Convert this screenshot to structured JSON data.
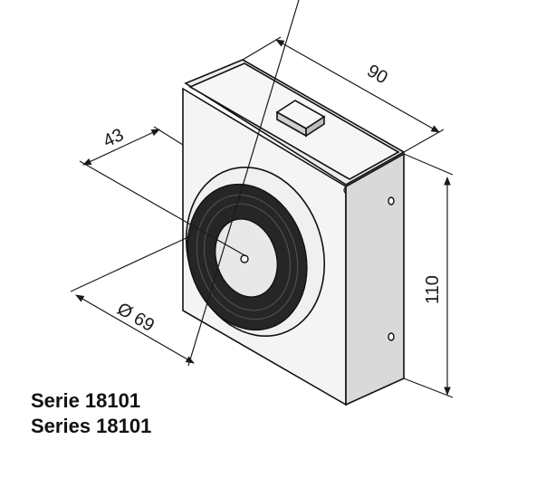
{
  "drawing": {
    "dim_width": "90",
    "dim_depth": "43",
    "dim_height": "110",
    "dim_diameter": "Ø 69"
  },
  "caption": {
    "line1": "Serie 18101",
    "line2": "Series 18101"
  },
  "colors": {
    "line": "#1a1a1a",
    "face_light": "#f2f2f2",
    "face_mid": "#dcdcdc",
    "face_dark": "#bdbdbd",
    "magnet_ring": "#2a2a2a",
    "magnet_core": "#e6e6e6"
  }
}
